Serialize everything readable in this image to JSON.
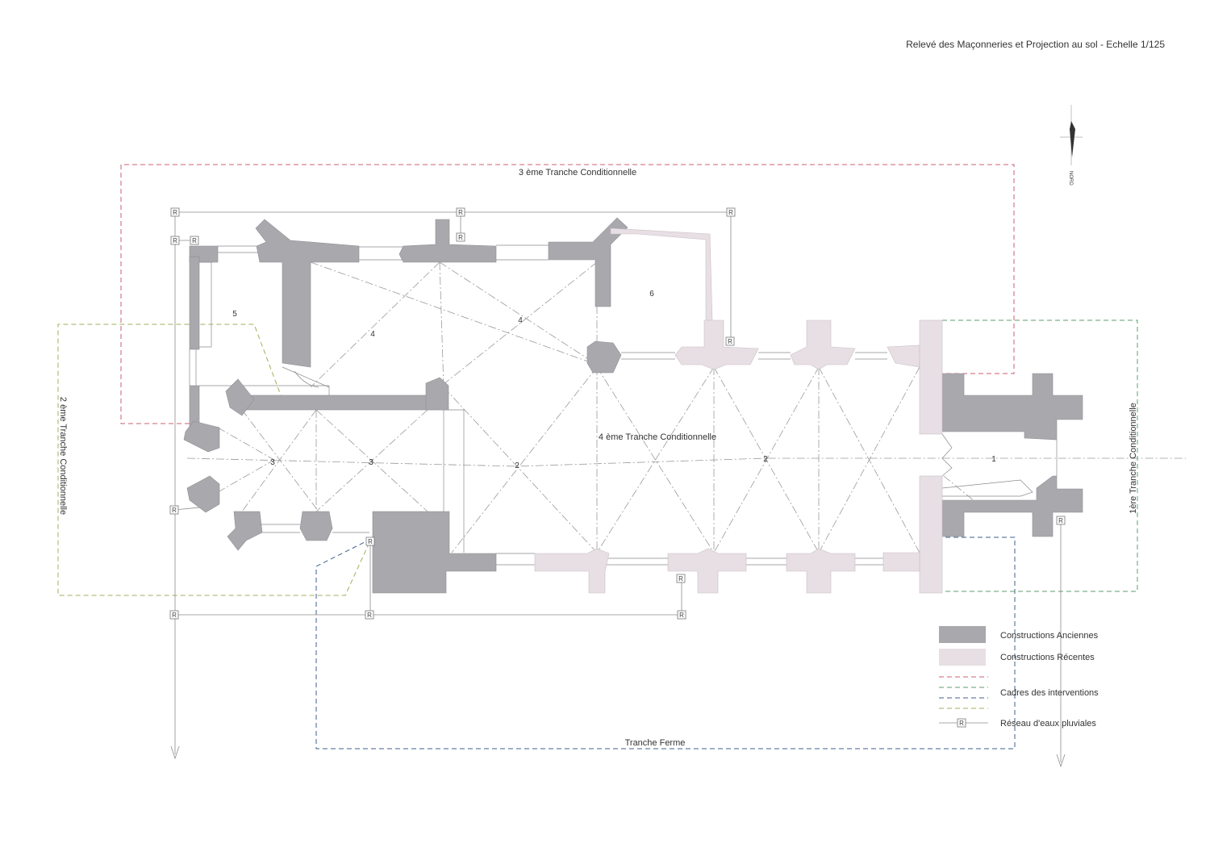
{
  "title": "Relevé des Maçonneries et Projection au sol - Echelle 1/125",
  "north_label": "NORD",
  "zones": {
    "tranche_3": "3 ème Tranche Conditionnelle",
    "tranche_4": "4 ème Tranche Conditionnelle",
    "tranche_2": "2 ème Tranche Conditionnelle",
    "tranche_1": "1ère Tranche Conditionnelle",
    "tranche_ferme": "Tranche Ferme"
  },
  "rooms": [
    "5",
    "6",
    "4",
    "4",
    "3",
    "3",
    "2",
    "2",
    "1"
  ],
  "network_marker": "R",
  "legend": {
    "old": "Constructions Anciennes",
    "recent": "Constructions Récentes",
    "frames": "Cadres des interventions",
    "network": "Réseau d'eaux pluviales"
  },
  "colors": {
    "old": "#a8a8ad",
    "recent": "#e7dfe4",
    "tranche_3": "#cc5f70",
    "tranche_2": "#a4ad5c",
    "tranche_ferme": "#3f5f8f",
    "tranche_1": "#5e9c6c"
  }
}
